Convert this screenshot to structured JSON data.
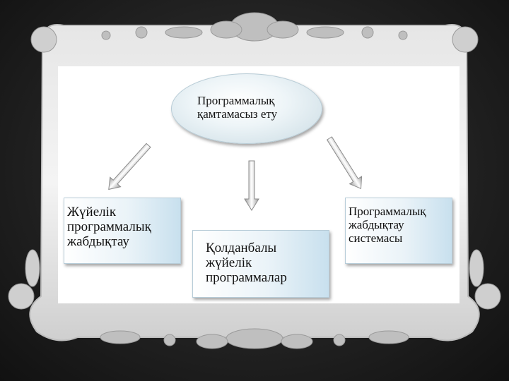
{
  "diagram": {
    "root_line1": "Программалық",
    "root_line2": "қамтамасыз ету",
    "left_box": {
      "line1": "Жүйелік",
      "line2": "программалық",
      "line3": "жабдықтау"
    },
    "middle_box": {
      "line1": "Қолданбалы",
      "line2": "жүйелік",
      "line3": "программалар"
    },
    "right_box": {
      "line1": "Программалық",
      "line2": "жабдықтау",
      "line3": "системасы"
    }
  },
  "colors": {
    "background": "#222222",
    "frame": "#d4d4d4",
    "box_fill_start": "#ffffff",
    "box_fill_end": "#c8e0ee"
  }
}
